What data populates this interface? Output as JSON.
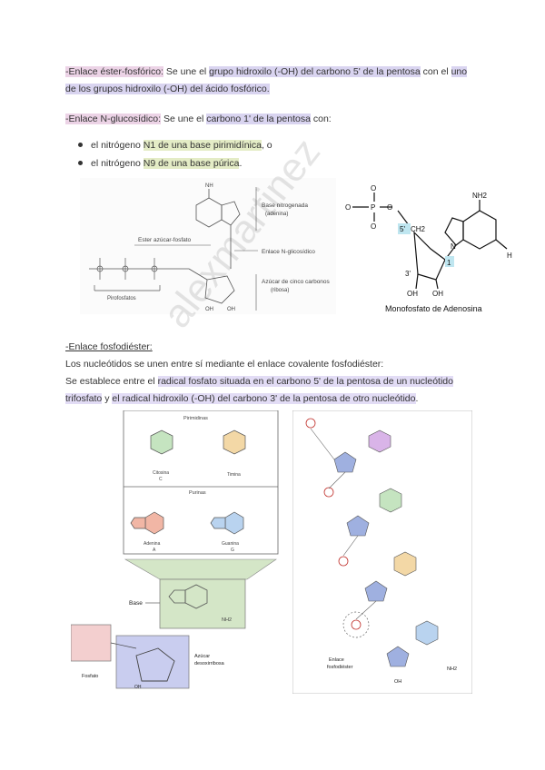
{
  "ester": {
    "label": "-Enlace éster-fosfórico:",
    "t1": " Se une el ",
    "h1": "grupo hidroxilo (-OH) del carbono 5' de la pentosa",
    "t2": " con el ",
    "h2a": "uno",
    "h2b": "de los grupos hidroxilo (-OH) del ácido fosfórico."
  },
  "glucosidico": {
    "label": "-Enlace N-glucosídico:",
    "t1": " Se une el ",
    "h1": "carbono 1' de la pentosa",
    "t2": " con:",
    "items": [
      {
        "pre": "el nitrógeno ",
        "hl": "N1 de una base pirimidínica",
        "post": ", o"
      },
      {
        "pre": "el nitrógeno ",
        "hl": "N9 de una base púrica",
        "post": "."
      }
    ]
  },
  "fig1": {
    "base_label": "Base nitrogenada",
    "base_sub": "(adenina)",
    "ester_label": "Ester azúcar-fosfato",
    "glic_label": "Enlace N-glicosídico",
    "sugar_label": "Azúcar de cinco carbonos",
    "sugar_sub": "(ribosa)",
    "pyro_label": "Pirofosfatos",
    "nh2": "NH",
    "oh": "OH"
  },
  "fig2": {
    "caption": "Monofosfato de Adenosina",
    "nh2": "NH2",
    "c5": "5'",
    "c3": "3'",
    "c1": "1",
    "ch2": "CH2",
    "oh": "OH",
    "n": "N",
    "h": "H",
    "o": "O",
    "p": "P"
  },
  "fosfodiester": {
    "label": "-Enlace fosfodiéster:",
    "line1": "Los nucleótidos se unen entre sí mediante el enlace covalente fosfodiéster:",
    "t1": "Se establece entre el ",
    "h1a": "radical fosfato situada en el carbono 5' de la pentosa de un nucleótido",
    "h1b": "trifosfato",
    "t2": " y ",
    "h2": "el radical hidroxilo (-OH) del carbono 3' de la pentosa de otro nucleótido",
    "t3": "."
  },
  "fig3": {
    "pyrimidines": "Pirimidinas",
    "purines": "Purinas",
    "cytosine": "Citosina",
    "cytosine_abbr": "C",
    "thymine": "Timina",
    "adenine": "Adenina",
    "adenine_abbr": "A",
    "guanine": "Guanina",
    "guanine_abbr": "G",
    "base": "Base",
    "fosfato": "Fosfato",
    "azucar": "Azúcar",
    "desoxirribosa": "desoxirribosa",
    "enlace": "Enlace",
    "fosfodiester": "fosfodiéster",
    "oh": "OH",
    "nh2": "NH2"
  },
  "watermark": "alexmartinez",
  "colors": {
    "pink": "#ecd3e6",
    "purple": "#d9d4f0",
    "green": "#e4ecc6",
    "blue_ring": "#9fb0e0",
    "purple_ring": "#7f6fd0"
  }
}
